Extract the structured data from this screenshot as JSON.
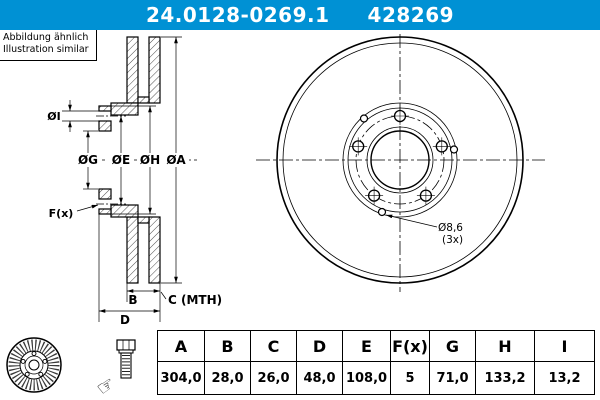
{
  "colors": {
    "accent": "#0091d4"
  },
  "header": {
    "part_number": "24.0128-0269.1",
    "catalog_number": "428269"
  },
  "note": {
    "line1": "Abbildung ähnlich",
    "line2": "Illustration similar"
  },
  "drawing": {
    "section_labels": {
      "dia_i": "ØI",
      "dia_g": "ØG",
      "dia_e": "ØE",
      "dia_h": "ØH",
      "dia_a": "ØA",
      "f_count": "F(x)",
      "b": "B",
      "c_mth": "C (MTH)",
      "d": "D"
    },
    "front_labels": {
      "hole_dia": "Ø8,6",
      "hole_count": "(3x)"
    }
  },
  "table": {
    "headers": [
      "A",
      "B",
      "C",
      "D",
      "E",
      "F(x)",
      "G",
      "H",
      "I"
    ],
    "values": [
      "304,0",
      "28,0",
      "26,0",
      "48,0",
      "108,0",
      "5",
      "71,0",
      "133,2",
      "13,2"
    ]
  },
  "icons": {
    "pointing_hand": "☞"
  }
}
